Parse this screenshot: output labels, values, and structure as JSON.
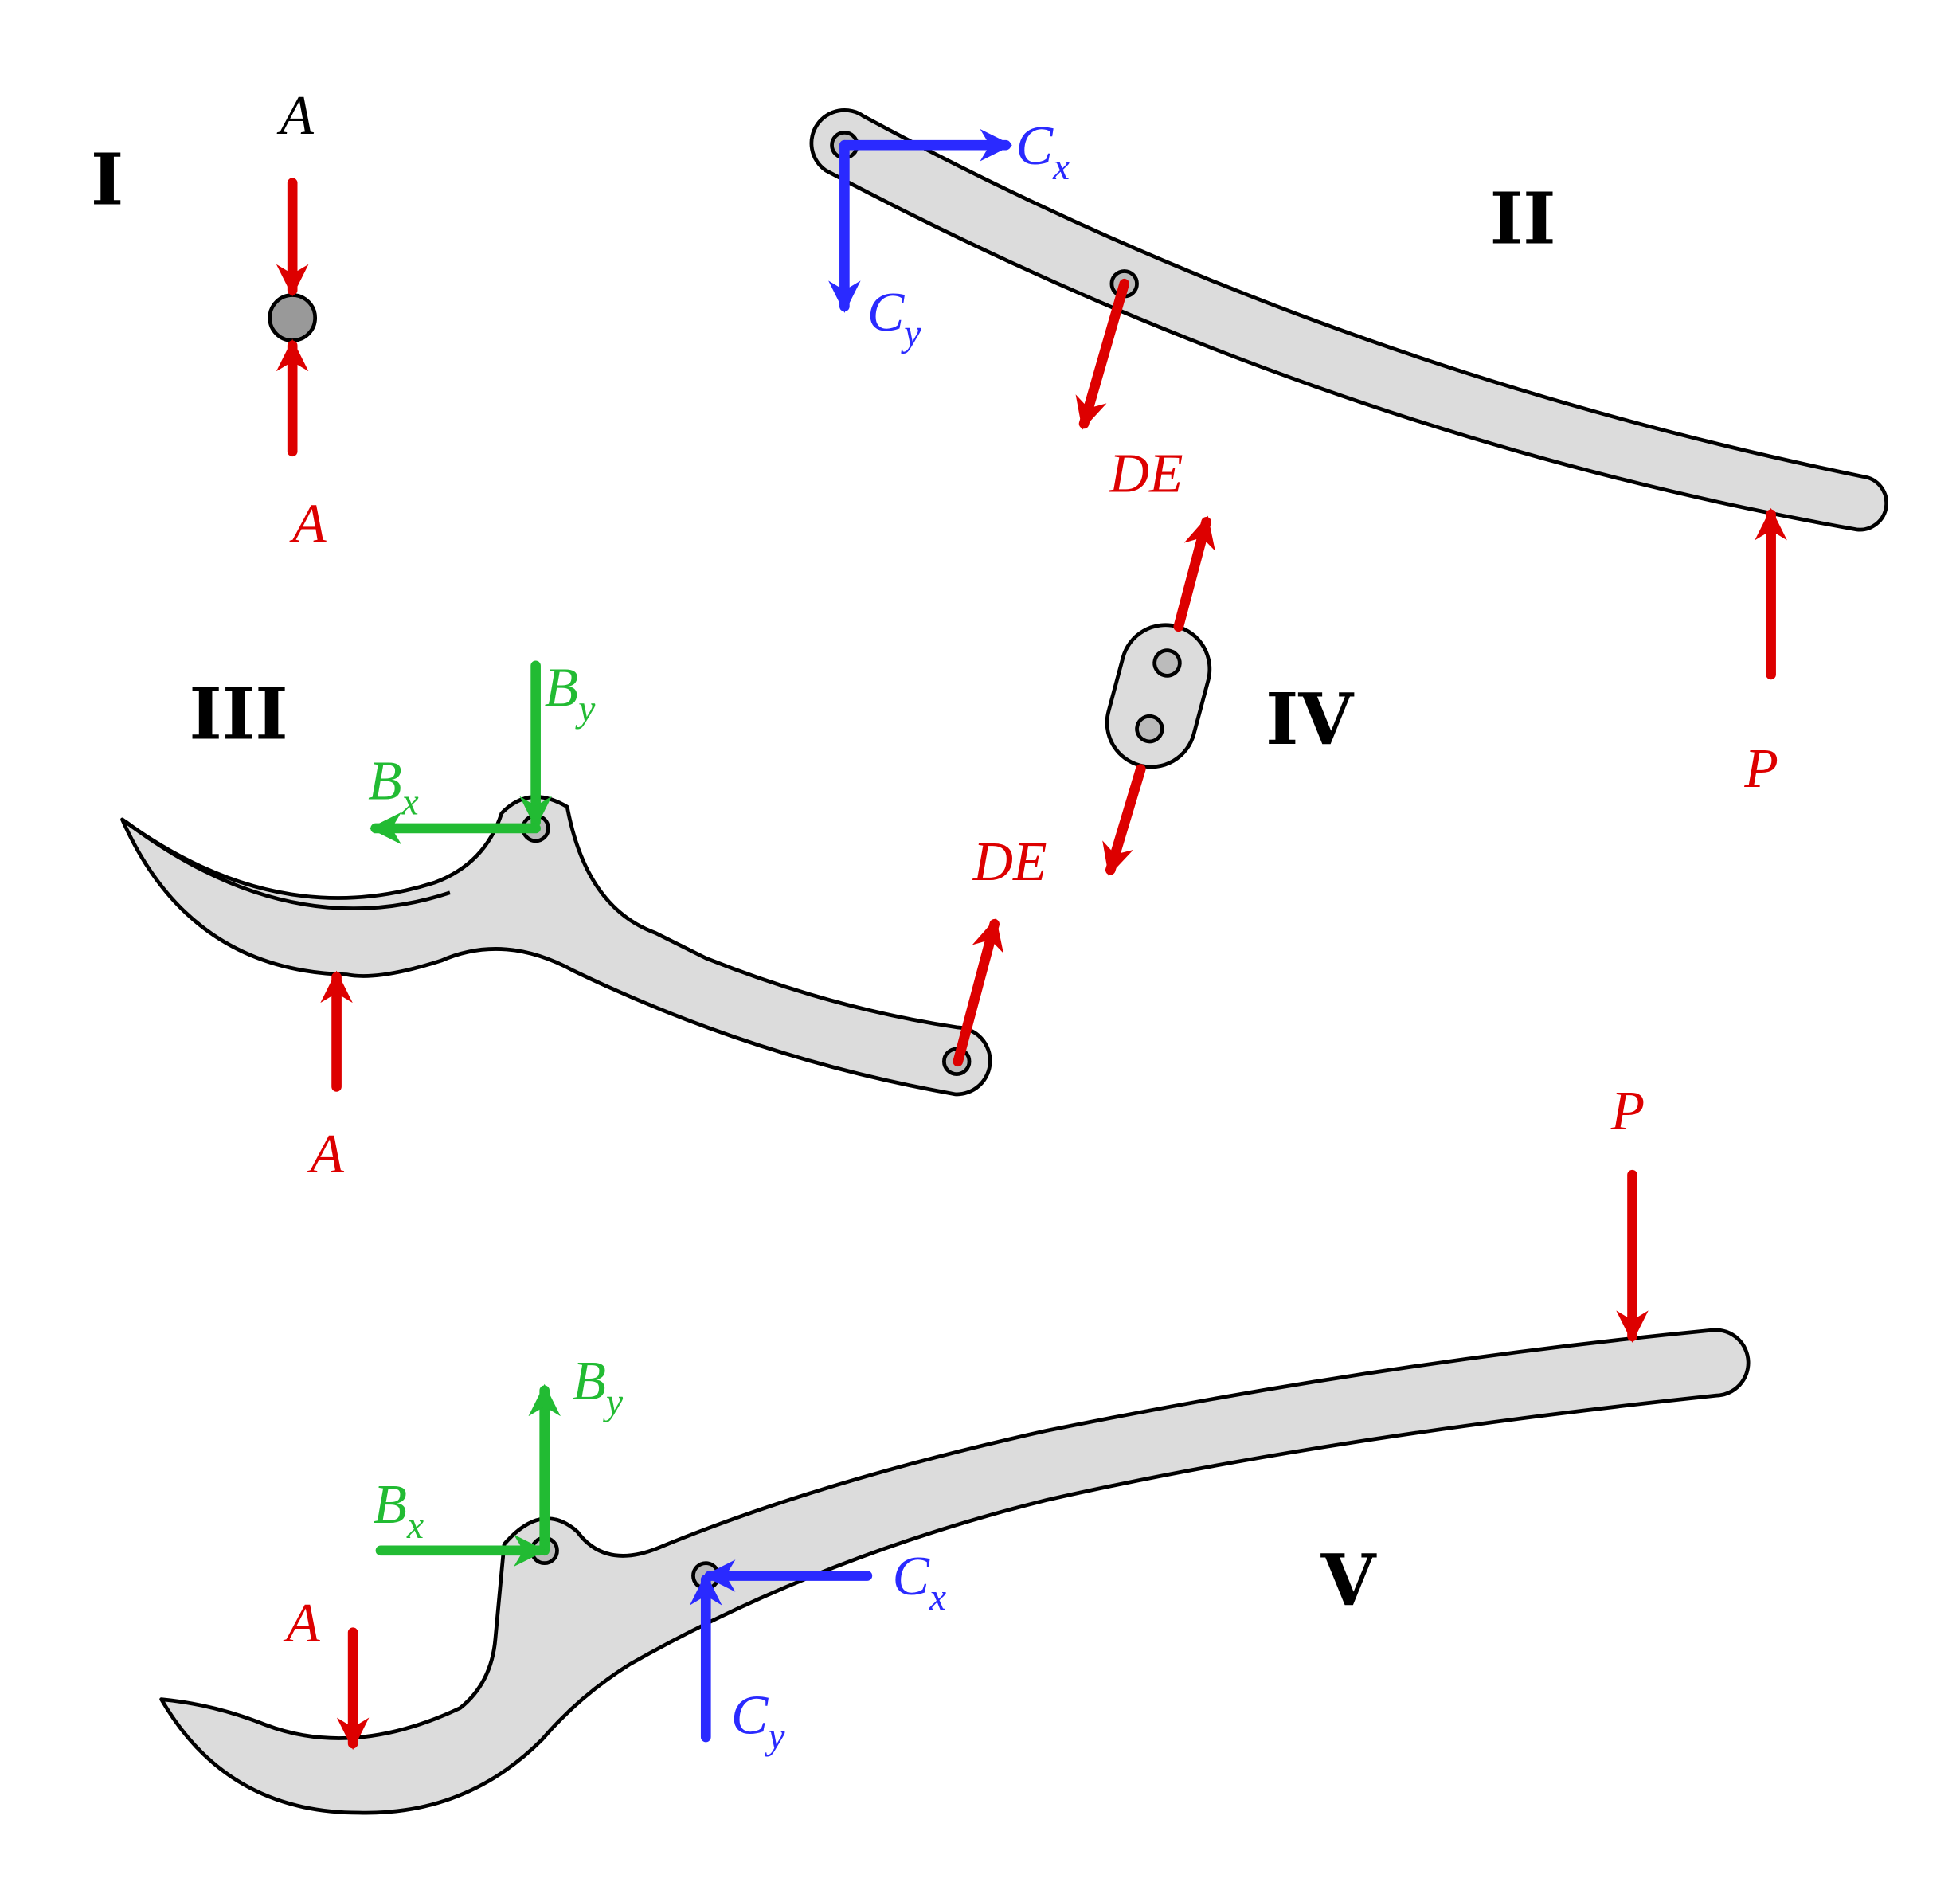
{
  "parts": {
    "I": "I",
    "II": "II",
    "III": "III",
    "IV": "IV",
    "V": "V"
  },
  "labels": {
    "A": "A",
    "P": "P",
    "DE": "DE",
    "C": "C",
    "B": "B",
    "x": "x",
    "y": "y"
  },
  "colors": {
    "red": "#dd0000",
    "blue": "#2a2aff",
    "green": "#22bb33",
    "part_fill": "#dcdcdc"
  }
}
